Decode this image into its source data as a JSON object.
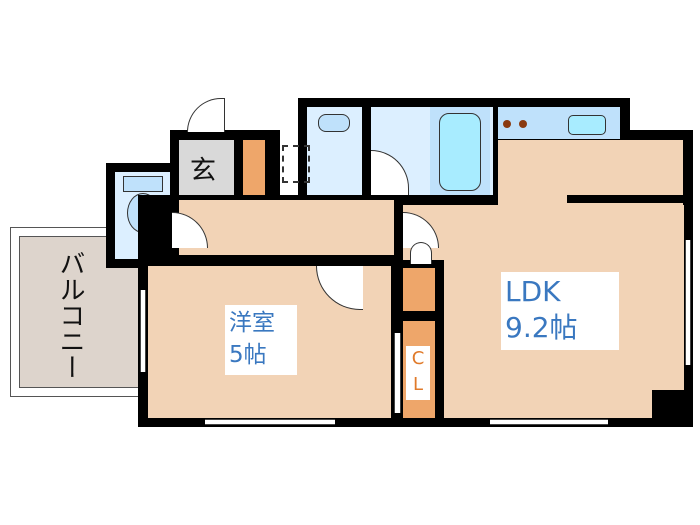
{
  "floorplan": {
    "rooms": {
      "western_room": {
        "name": "洋室",
        "size": "5帖"
      },
      "ldk": {
        "name": "LDK",
        "size": "9.2帖"
      },
      "entrance": {
        "name": "玄"
      },
      "closet": {
        "line1": "C",
        "line2": "L"
      },
      "balcony": {
        "name": "バルコニー"
      }
    },
    "colors": {
      "wall": "#000000",
      "floor": "#f2d3b6",
      "wet_area": "#dcefff",
      "storage": "#eea66a",
      "entrance": "#d9d9d9",
      "balcony": "#ddd4cc",
      "label_blue": "#3a78c0",
      "label_orange": "#e07a2a"
    }
  }
}
